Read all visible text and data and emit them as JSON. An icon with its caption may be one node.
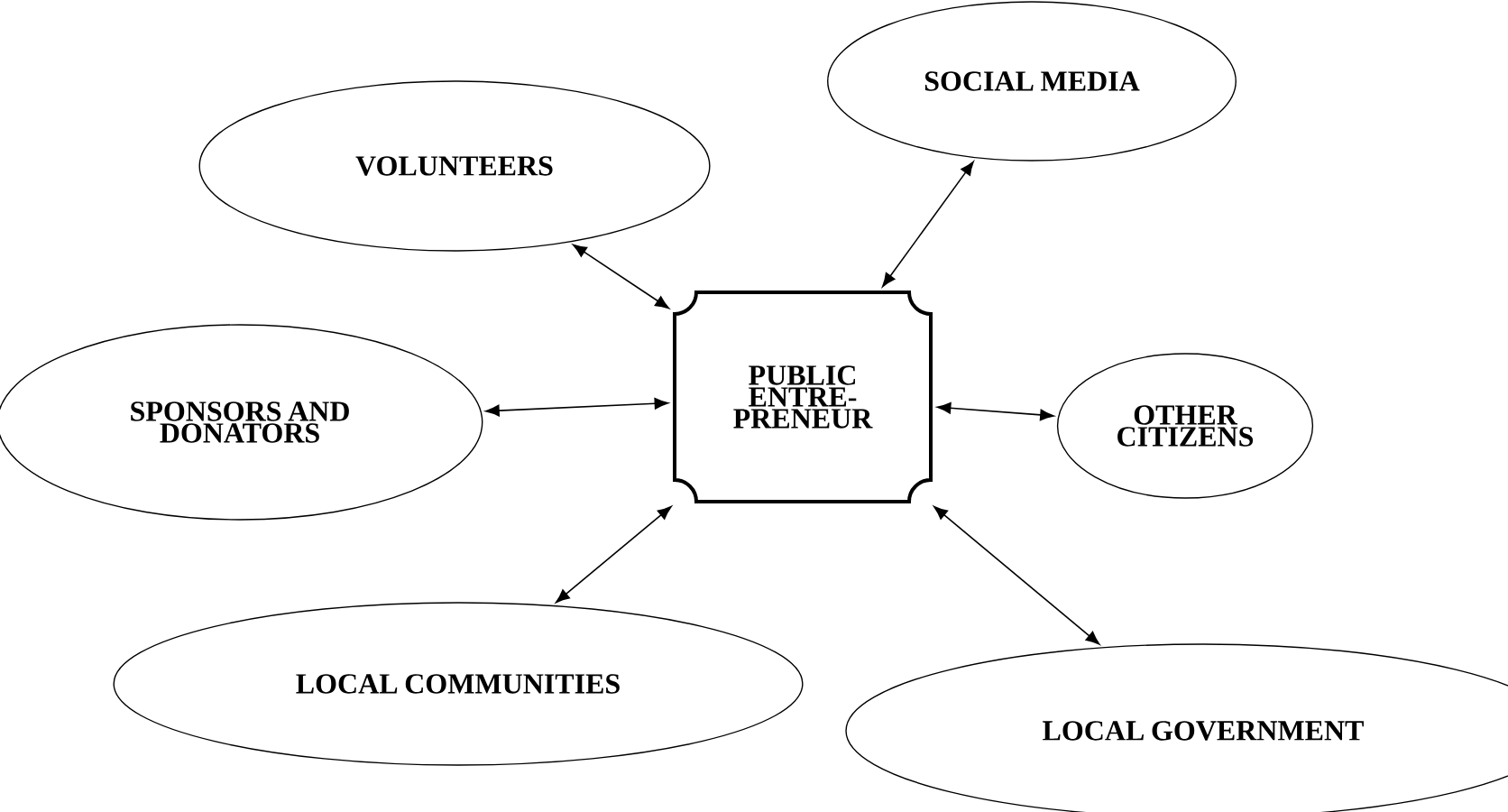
{
  "diagram": {
    "nodes": [
      {
        "text": [
          "PUBLIC ENTRE-PRENEUR"
        ]
      },
      {
        "text": [
          "VOLUNTEERS"
        ]
      },
      {
        "text": [
          "SOCIAL MEDIA"
        ]
      },
      {
        "text": [
          "SPONSORS AND DONATORS"
        ]
      },
      {
        "text": [
          "OTHER CITIZENS"
        ]
      },
      {
        "text": [
          "LOCAL COMMUNITIES"
        ]
      },
      {
        "text": [
          "LOCAL GOVERNMENT"
        ]
      }
    ],
    "edges": [
      {
        "from": 1,
        "to": 0,
        "arrow": "both"
      },
      {
        "from": 2,
        "to": 0,
        "arrow": "both"
      },
      {
        "from": 3,
        "to": 0,
        "arrow": "both"
      },
      {
        "from": 4,
        "to": 0,
        "arrow": "both"
      },
      {
        "from": 5,
        "to": 0,
        "arrow": "both"
      },
      {
        "from": 6,
        "to": 0,
        "arrow": "both"
      }
    ]
  }
}
